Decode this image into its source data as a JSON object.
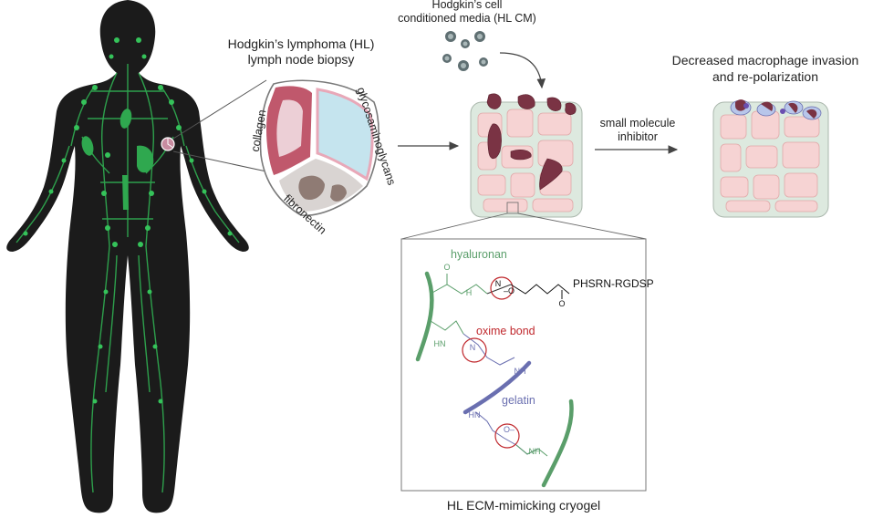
{
  "labels": {
    "biopsy_line1": "Hodgkin’s lymphoma (HL)",
    "biopsy_line2": "lymph node biopsy",
    "cm_line1": "Hodgkin’s cell",
    "cm_line2": "conditioned media (HL CM)",
    "result_line1": "Decreased macrophage invasion",
    "result_line2": "and re-polarization",
    "inhibitor_line1": "small molecule",
    "inhibitor_line2": "inhibitor",
    "collagen": "collagen",
    "glycosaminoglycans": "glycosaminoglycans",
    "fibronectin": "fibronectin",
    "hyaluronan": "hyaluronan",
    "oxime_bond": "oxime bond",
    "gelatin": "gelatin",
    "peptide": "PHSRN-RGDSP",
    "cryogel_caption": "HL ECM-mimicking cryogel"
  },
  "chem": {
    "o": "O",
    "n": "N",
    "h": "H",
    "nh": "NH",
    "hn": "HN",
    "n_o": "N",
    "o_dash": "–O",
    "o_n": "O–"
  },
  "colors": {
    "body": "#1b1b1b",
    "lymph": "#2fa84f",
    "hyaluronan": "#5a9e6a",
    "oxime": "#c0282d",
    "gelatin": "#6a6fb0",
    "gel": "#dde9df",
    "pore": "#f6d3d3",
    "macrophage": "#7a3344"
  }
}
